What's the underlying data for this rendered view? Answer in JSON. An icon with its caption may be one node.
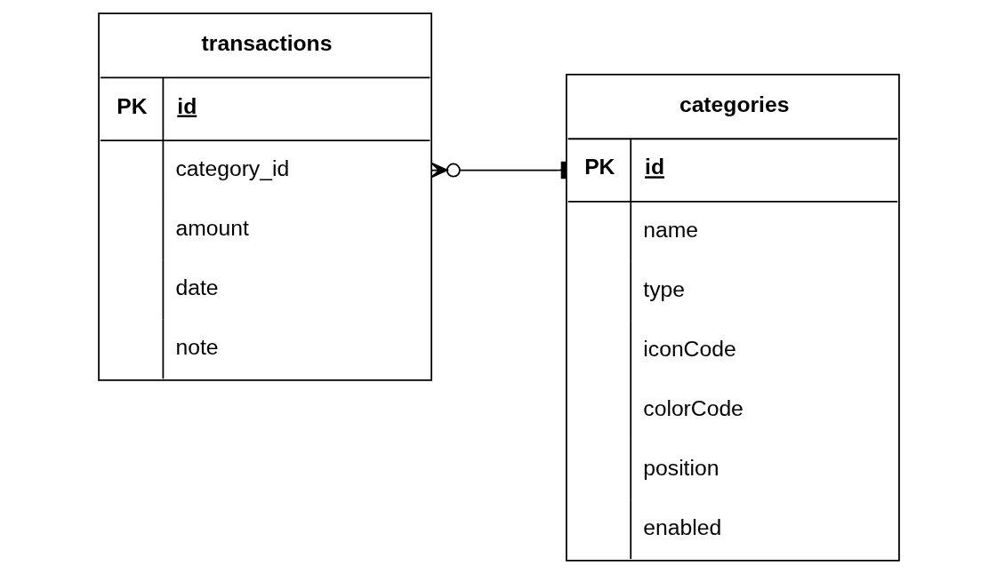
{
  "diagram": {
    "nodes": [
      {
        "text": [
          "transactions",
          "PK",
          "id",
          "category_id",
          "amount",
          "date",
          "note"
        ]
      },
      {
        "text": [
          "categories",
          "PK",
          "id",
          "name",
          "type",
          "iconCode",
          "colorCode",
          "position",
          "enabled"
        ]
      }
    ],
    "edges": [
      {
        "from": 0,
        "to": 1,
        "arrow": "other"
      }
    ]
  }
}
